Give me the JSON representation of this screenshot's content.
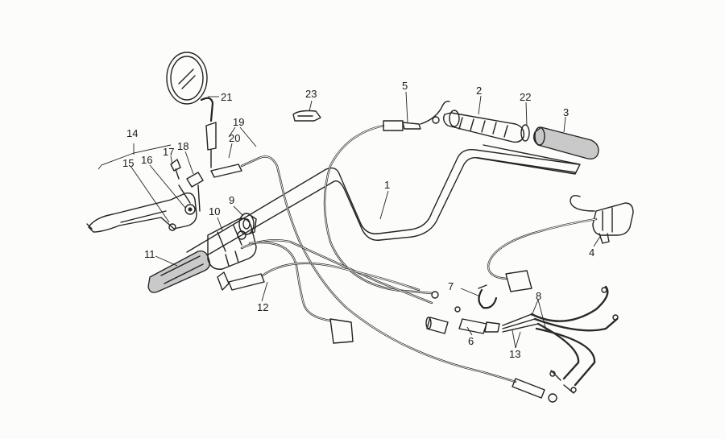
{
  "diagram": {
    "labels": [
      {
        "id": "part-1",
        "text": "1"
      },
      {
        "id": "part-2",
        "text": "2"
      },
      {
        "id": "part-3",
        "text": "3"
      },
      {
        "id": "part-4",
        "text": "4"
      },
      {
        "id": "part-5",
        "text": "5"
      },
      {
        "id": "part-6",
        "text": "6"
      },
      {
        "id": "part-7",
        "text": "7"
      },
      {
        "id": "part-8",
        "text": "8"
      },
      {
        "id": "part-9",
        "text": "9"
      },
      {
        "id": "part-10",
        "text": "10"
      },
      {
        "id": "part-11",
        "text": "11"
      },
      {
        "id": "part-12",
        "text": "12"
      },
      {
        "id": "part-13",
        "text": "13"
      },
      {
        "id": "part-14",
        "text": "14"
      },
      {
        "id": "part-15",
        "text": "15"
      },
      {
        "id": "part-16",
        "text": "16"
      },
      {
        "id": "part-17",
        "text": "17"
      },
      {
        "id": "part-18",
        "text": "18"
      },
      {
        "id": "part-19",
        "text": "19"
      },
      {
        "id": "part-20",
        "text": "20"
      },
      {
        "id": "part-21",
        "text": "21"
      },
      {
        "id": "part-22",
        "text": "22"
      },
      {
        "id": "part-23",
        "text": "23"
      }
    ]
  }
}
